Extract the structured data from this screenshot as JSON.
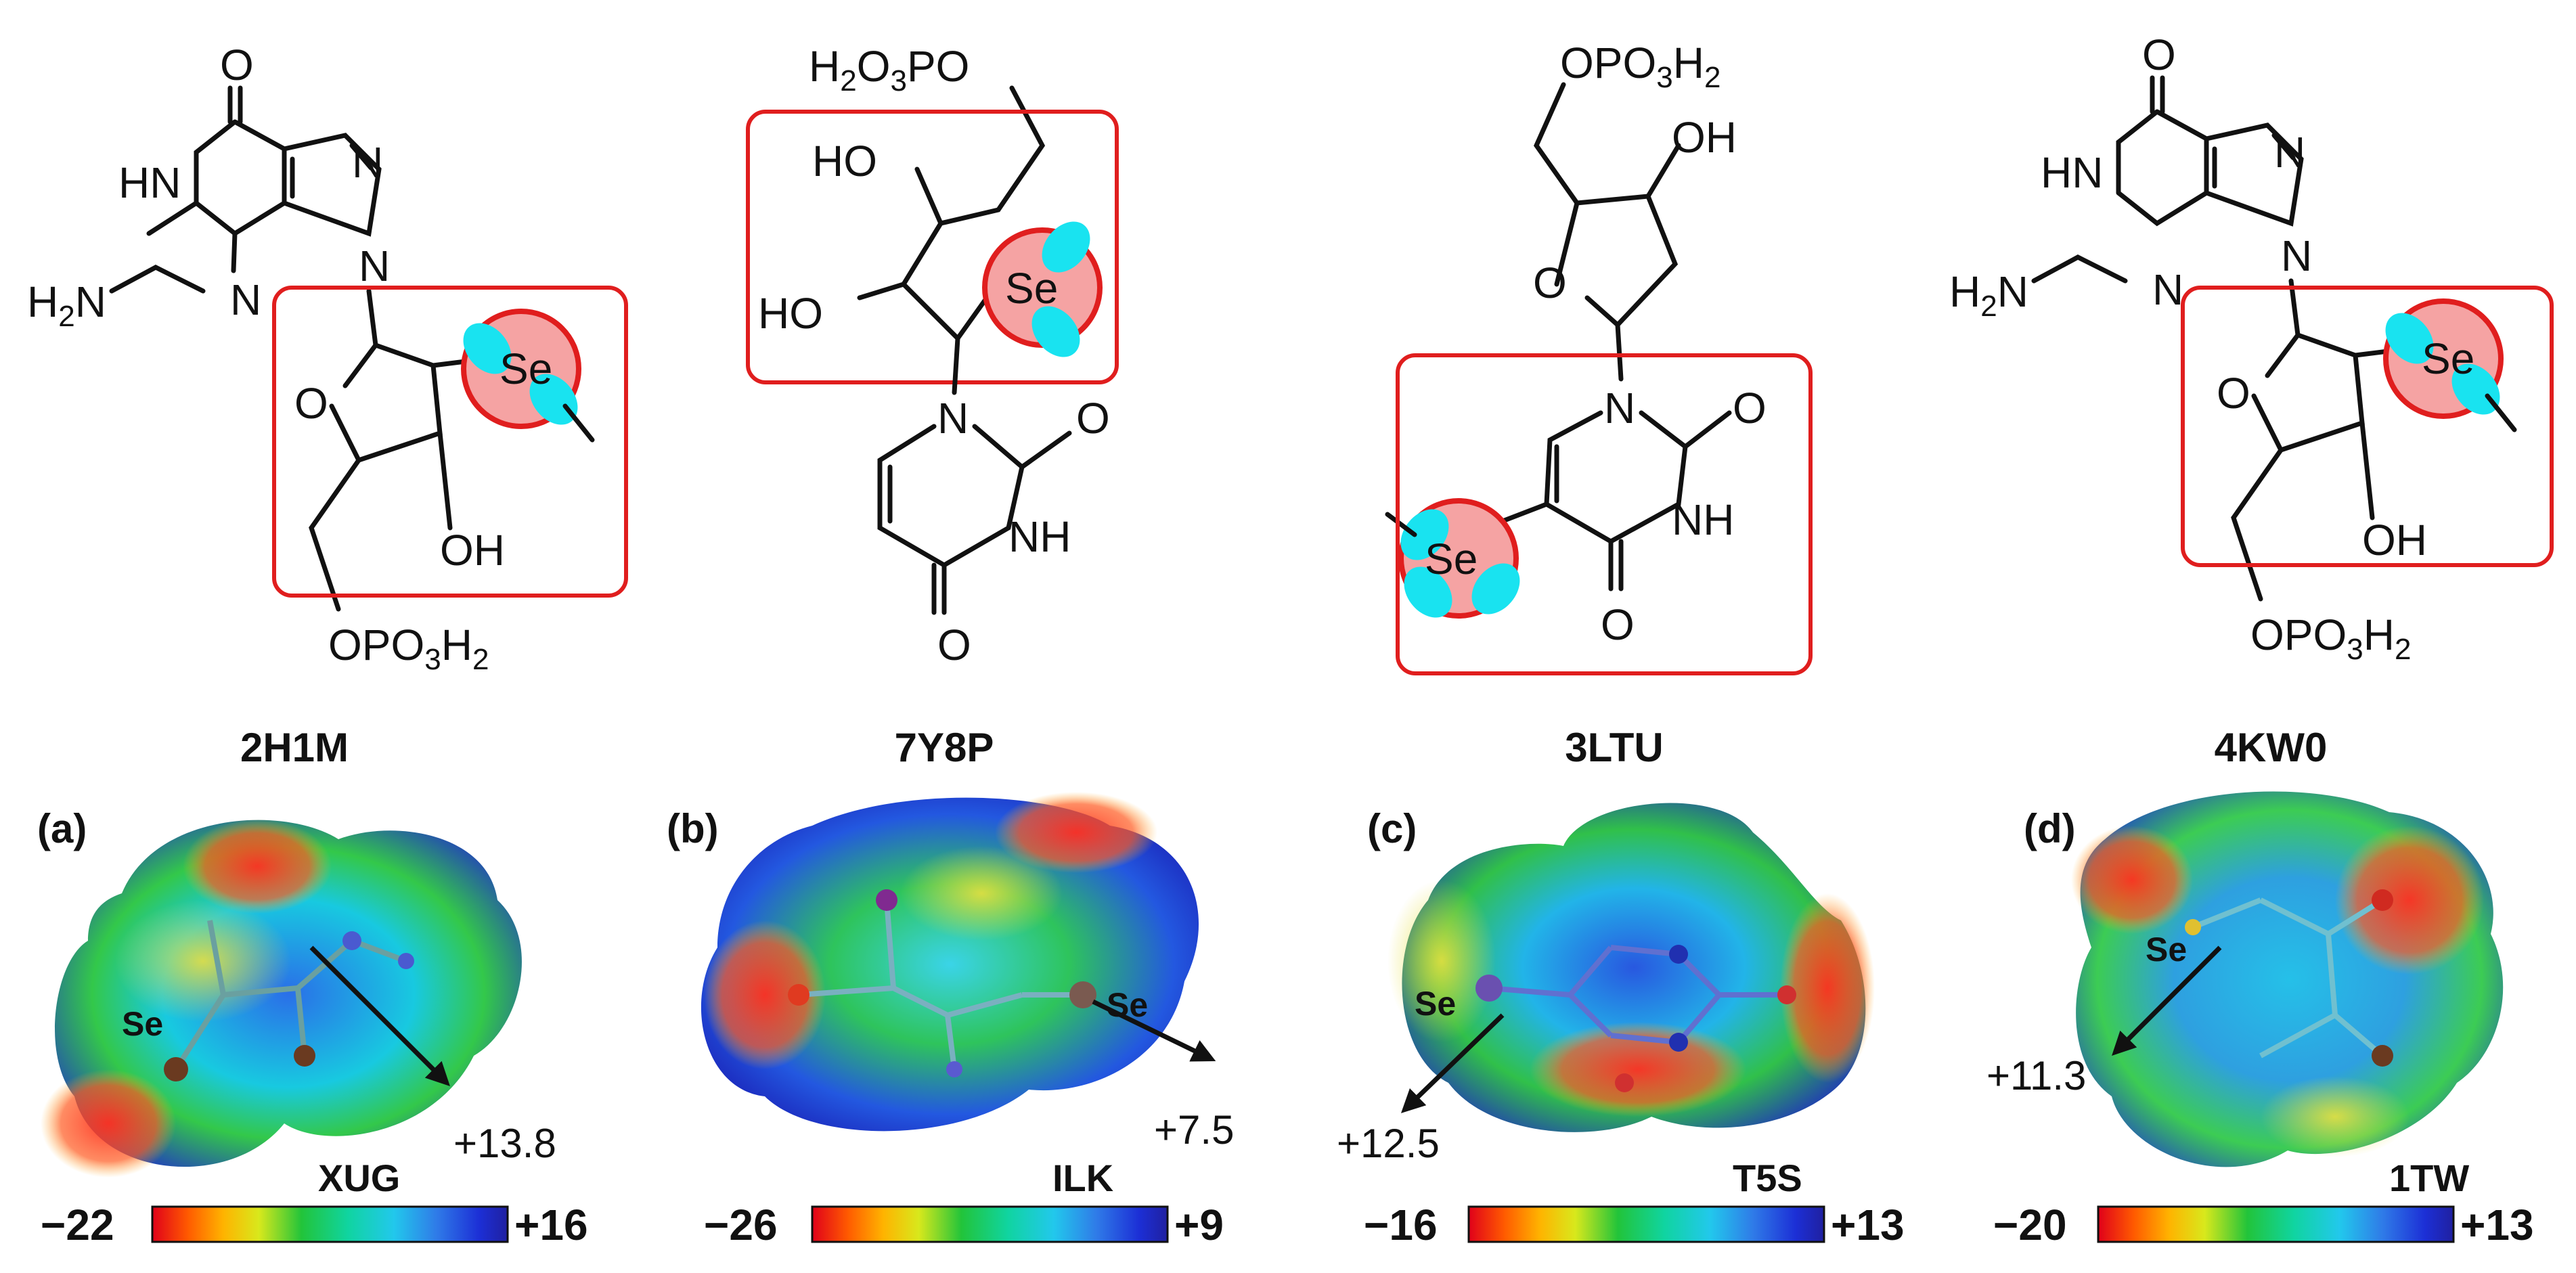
{
  "structures": [
    {
      "atoms": {
        "o_top": "O",
        "hn": "HN",
        "n_top": "N",
        "h2n": "H2N",
        "n_mid": "N",
        "n_9": "N",
        "o_ring": "O",
        "se": "Se",
        "oh": "OH",
        "phos": "OPO3H2"
      }
    },
    {
      "atoms": {
        "phos": "H2O3PO",
        "ho1": "HO",
        "ho2": "HO",
        "se": "Se",
        "n1": "N",
        "o_c2": "O",
        "nh": "NH",
        "o_c4": "O"
      }
    },
    {
      "atoms": {
        "phos": "OPO3H2",
        "oh": "OH",
        "o_ring": "O",
        "n1": "N",
        "o_c2": "O",
        "se": "Se",
        "nh": "NH",
        "o_c4": "O"
      }
    },
    {
      "atoms": {
        "o_top": "O",
        "hn": "HN",
        "n_top": "N",
        "h2n": "H2N",
        "n_mid": "N",
        "n_9": "N",
        "o_ring": "O",
        "se": "Se",
        "oh": "OH",
        "phos": "OPO3H2"
      }
    }
  ],
  "panels": [
    {
      "pdb": "2H1M",
      "label": "(a)",
      "se": "Se",
      "ligand": "XUG",
      "value": "+13.8",
      "scale_min": "−22",
      "scale_max": "+16"
    },
    {
      "pdb": "7Y8P",
      "label": "(b)",
      "se": "Se",
      "ligand": "ILK",
      "value": "+7.5",
      "scale_min": "−26",
      "scale_max": "+9"
    },
    {
      "pdb": "3LTU",
      "label": "(c)",
      "se": "Se",
      "ligand": "T5S",
      "value": "+12.5",
      "scale_min": "−16",
      "scale_max": "+13"
    },
    {
      "pdb": "4KW0",
      "label": "(d)",
      "se": "Se",
      "ligand": "1TW",
      "value": "+11.3",
      "scale_min": "−20",
      "scale_max": "+13"
    }
  ],
  "colors": {
    "highlight_box": "#e01e1e",
    "se_circle_fill": "#f5a3a3",
    "se_circle_edge": "#e01e1e",
    "sigma_hole": "#19e3f0"
  },
  "colorbar_stops": [
    "#e0001a",
    "#ff5a00",
    "#ffb300",
    "#d8e81c",
    "#22c43a",
    "#10d4a0",
    "#22c8ec",
    "#2f7be8",
    "#1c2fd6",
    "#2020a0"
  ]
}
